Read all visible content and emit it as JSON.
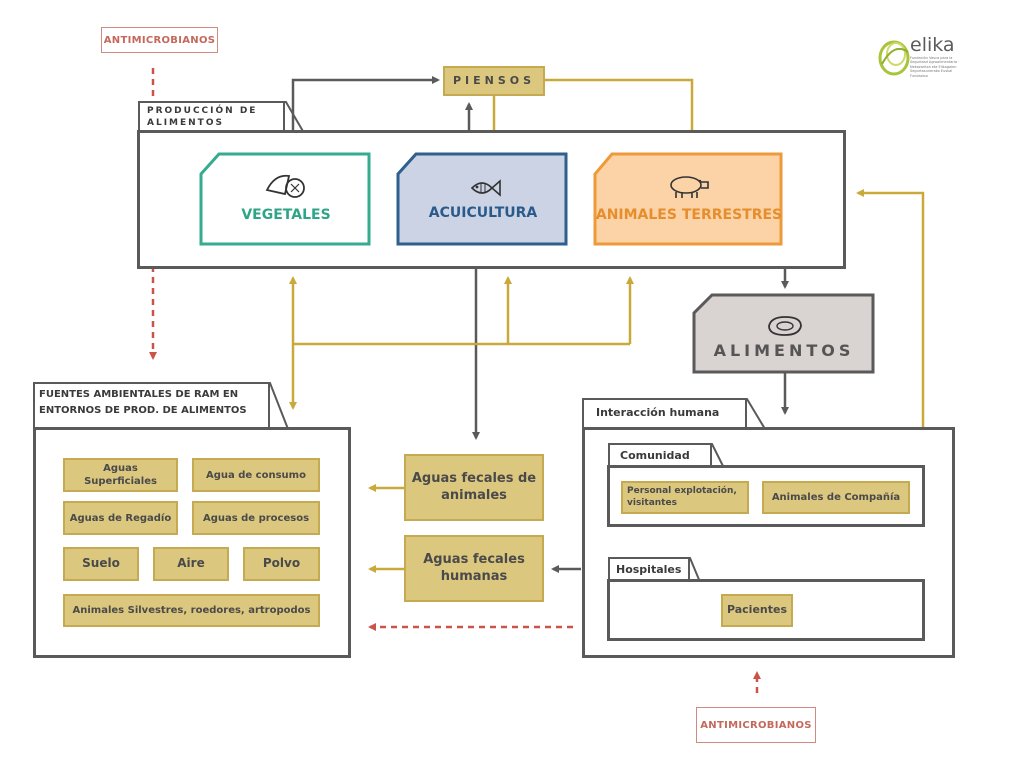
{
  "antimicrobianos_top": "ANTIMICROBIANOS",
  "antimicrobianos_bottom": "ANTIMICROBIANOS",
  "piensos": "PIENSOS",
  "produccion_title": "PRODUCCIÓN DE ALIMENTOS",
  "vegetales": "VEGETALES",
  "acuicultura": "ACUICULTURA",
  "animales_terrestres": "ANIMALES TERRESTRES",
  "alimentos": "ALIMENTOS",
  "fuentes_title": "FUENTES AMBIENTALES DE RAM EN ENTORNOS DE PROD. DE ALIMENTOS",
  "fuentes_items": {
    "aguas_superficiales": "Aguas Superficiales",
    "agua_consumo": "Agua de consumo",
    "aguas_regadio": "Aguas de Regadío",
    "aguas_procesos": "Aguas de procesos",
    "suelo": "Suelo",
    "aire": "Aire",
    "polvo": "Polvo",
    "animales_silvestres": "Animales Silvestres, roedores, artropodos"
  },
  "aguas_fecales_animales": "Aguas fecales de animales",
  "aguas_fecales_humanas": "Aguas fecales humanas",
  "interaccion_title": "Interacción humana",
  "comunidad_title": "Comunidad",
  "personal": "Personal explotación, visitantes",
  "animales_compania": "Animales de Compañía",
  "hospitales_title": "Hospitales",
  "pacientes": "Pacientes",
  "logo": {
    "name": "elika",
    "tagline": "Fundación Vasca para la Seguridad Agroalimentaria · Nekazaritza eta Elikagaien Segurtasunerako Euskal Fundazioa"
  },
  "colors": {
    "gold": "#dcc77e",
    "gold_arrow": "#c9a93a",
    "gray_arrow": "#5a5a5a",
    "red_arrow": "#c9544a",
    "vegetales": "#35ab8f",
    "acuicultura": "#2f5f8d",
    "animales": "#ef9a3a"
  }
}
